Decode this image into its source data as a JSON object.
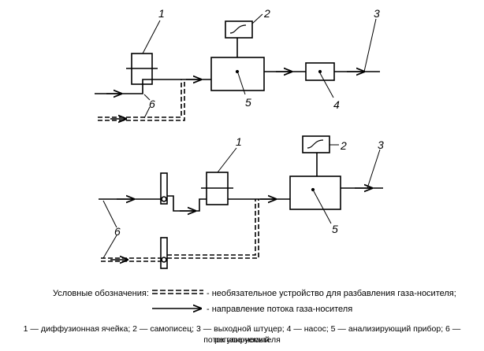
{
  "diagram_top": {
    "labels": {
      "cell": "1",
      "recorder": "2",
      "outlet": "3",
      "pump": "4",
      "analyzer": "5",
      "regulated_flow": "6"
    }
  },
  "diagram_bottom": {
    "labels": {
      "cell": "1",
      "recorder": "2",
      "outlet": "3",
      "analyzer": "5",
      "regulated_flow": "6"
    }
  },
  "legend": {
    "title": "Условные обозначения:",
    "dashed_label": "- необязательное устройство для разбавления газа-носителя;",
    "arrow_label": "- направление потока газа-носителя"
  },
  "caption": {
    "line1": "1 — диффузионная ячейка; 2 — самописец; 3 — выходной штуцер; 4 — насос; 5 — анализирующий прибор; 6 — регулируемый",
    "line2": "поток газа-носителя"
  }
}
